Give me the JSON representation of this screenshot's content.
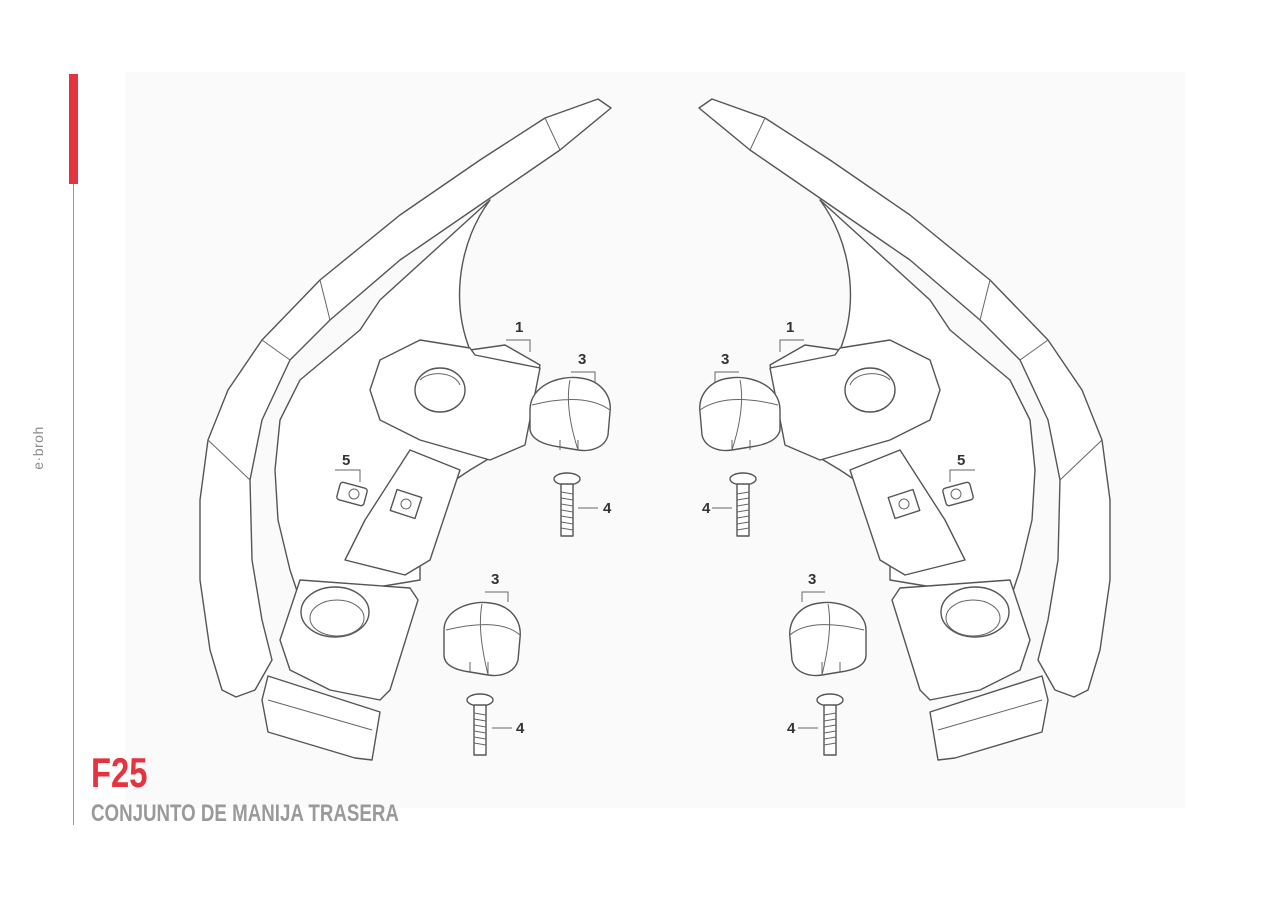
{
  "brand": "e·broh",
  "figure": {
    "code": "F25",
    "title": "CONJUNTO DE MANIJA TRASERA"
  },
  "callouts": {
    "part1": "1",
    "part3": "3",
    "part4": "4",
    "part5": "5"
  },
  "colors": {
    "accent": "#e5333f",
    "title_gray": "#9a9a9a"
  }
}
